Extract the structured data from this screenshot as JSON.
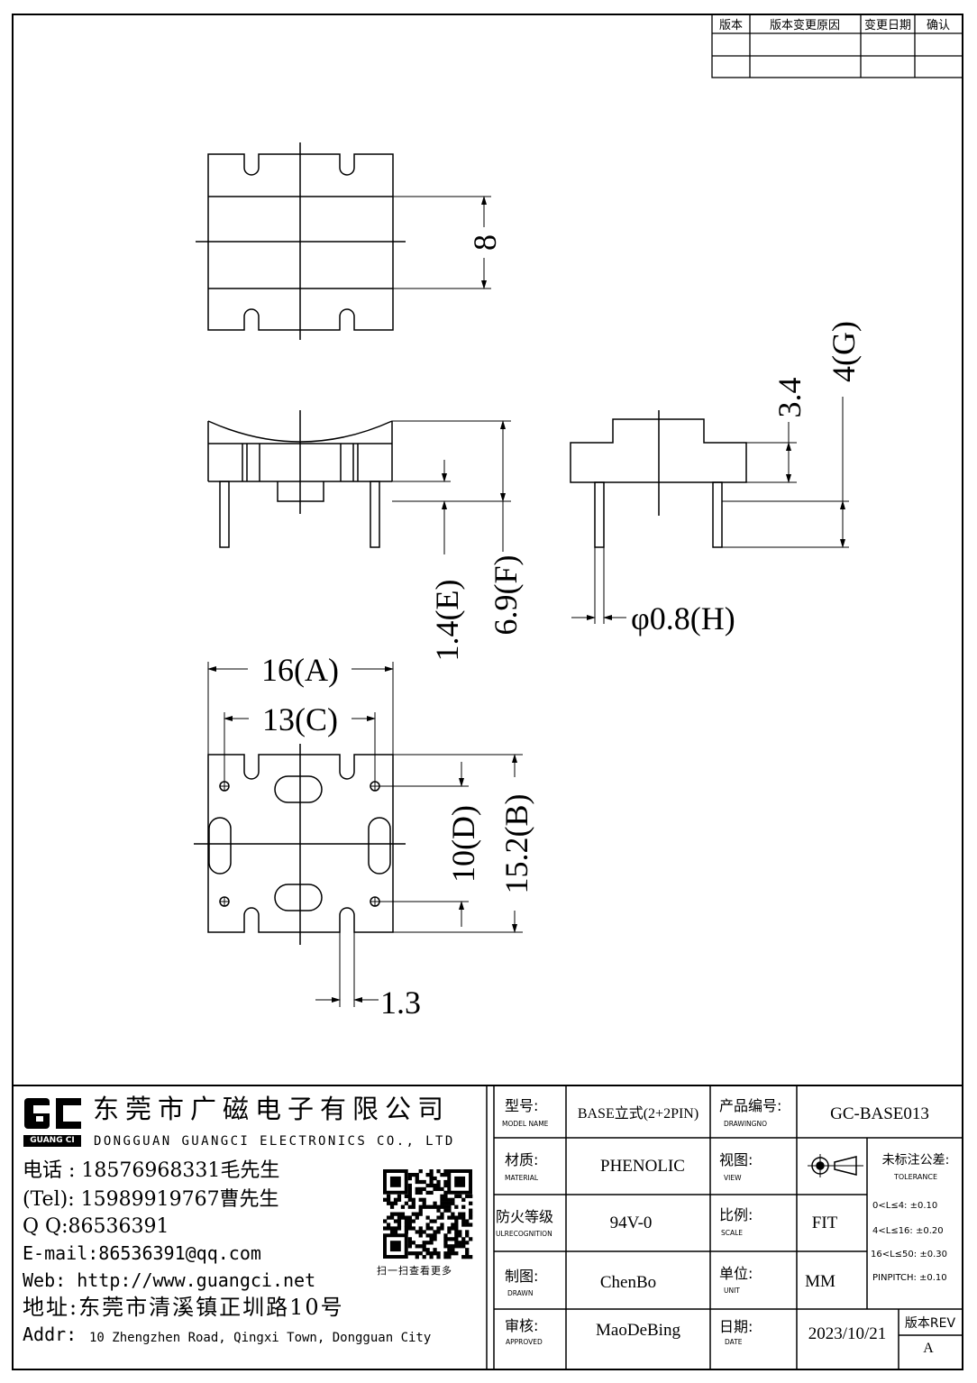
{
  "revision_table": {
    "headers": [
      "版本",
      "版本变更原因",
      "变更日期",
      "确认"
    ]
  },
  "dimensions": {
    "top_8": "8",
    "f": "6.9(F)",
    "e": "1.4(E)",
    "g": "4(G)",
    "d34": "3.4",
    "h": "φ0.8(H)",
    "a": "16(A)",
    "c": "13(C)",
    "d": "10(D)",
    "b": "15.2(B)",
    "w13": "1.3"
  },
  "company": {
    "logo_text": "GUANG CI",
    "name_cn": "东莞市广磁电子有限公司",
    "name_en": "DONGGUAN GUANGCI ELECTRONICS CO., LTD",
    "phone1": "电话 : 18576968331毛先生",
    "phone2": "(Tel): 15989919767曹先生",
    "qq": "Q Q:86536391",
    "email": "E-mail:86536391@qq.com",
    "web": "Web: http://www.guangci.net",
    "address_cn": "地址:东莞市清溪镇正圳路10号",
    "address_en_label": "Addr:",
    "address_en": "10 Zhengzhen Road, Qingxi Town, Dongguan City",
    "qr_caption": "扫一扫查看更多"
  },
  "title_block": {
    "model_label": "型号:",
    "model_label_en": "MODEL NAME",
    "model_value": "BASE立式(2+2PIN)",
    "drawing_no_label": "产品编号:",
    "drawing_no_label_en": "DRAWINGNO",
    "drawing_no_value": "GC-BASE013",
    "material_label": "材质:",
    "material_label_en": "MATERIAL",
    "material_value": "PHENOLIC",
    "view_label": "视图:",
    "view_label_en": "VIEW",
    "tolerance_label": "未标注公差:",
    "tolerance_label_en": "TOLERANCE",
    "tolerance_lines": [
      "0<L≤4: ±0.10",
      "4<L≤16: ±0.20",
      "16<L≤50: ±0.30",
      "PINPITCH: ±0.10"
    ],
    "ul_label": "防火等级",
    "ul_label_en": "ULRECOGNITION",
    "ul_value": "94V-0",
    "scale_label": "比例:",
    "scale_label_en": "SCALE",
    "scale_value": "FIT",
    "drawn_label": "制图:",
    "drawn_label_en": "DRAWN",
    "drawn_value": "ChenBo",
    "unit_label": "单位:",
    "unit_label_en": "UNIT",
    "unit_value": "MM",
    "approved_label": "审核:",
    "approved_label_en": "APPROVED",
    "approved_value": "MaoDeBing",
    "date_label": "日期:",
    "date_label_en": "DATE",
    "date_value": "2023/10/21",
    "rev_label": "版本REV",
    "rev_value": "A"
  }
}
